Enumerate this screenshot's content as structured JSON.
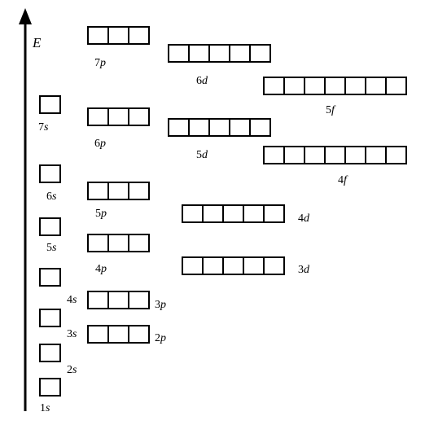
{
  "axis": {
    "label": "E"
  },
  "orbitals": [
    {
      "id": "1s",
      "num": "1",
      "letter": "s",
      "boxes": 1
    },
    {
      "id": "2s",
      "num": "2",
      "letter": "s",
      "boxes": 1
    },
    {
      "id": "3s",
      "num": "3",
      "letter": "s",
      "boxes": 1
    },
    {
      "id": "4s",
      "num": "4",
      "letter": "s",
      "boxes": 1
    },
    {
      "id": "5s",
      "num": "5",
      "letter": "s",
      "boxes": 1
    },
    {
      "id": "6s",
      "num": "6",
      "letter": "s",
      "boxes": 1
    },
    {
      "id": "7s",
      "num": "7",
      "letter": "s",
      "boxes": 1
    },
    {
      "id": "2p",
      "num": "2",
      "letter": "p",
      "boxes": 3
    },
    {
      "id": "3p",
      "num": "3",
      "letter": "p",
      "boxes": 3
    },
    {
      "id": "4p",
      "num": "4",
      "letter": "p",
      "boxes": 3
    },
    {
      "id": "5p",
      "num": "5",
      "letter": "p",
      "boxes": 3
    },
    {
      "id": "6p",
      "num": "6",
      "letter": "p",
      "boxes": 3
    },
    {
      "id": "7p",
      "num": "7",
      "letter": "p",
      "boxes": 3
    },
    {
      "id": "3d",
      "num": "3",
      "letter": "d",
      "boxes": 5
    },
    {
      "id": "4d",
      "num": "4",
      "letter": "d",
      "boxes": 5
    },
    {
      "id": "5d",
      "num": "5",
      "letter": "d",
      "boxes": 5
    },
    {
      "id": "6d",
      "num": "6",
      "letter": "d",
      "boxes": 5
    },
    {
      "id": "4f",
      "num": "4",
      "letter": "f",
      "boxes": 7
    },
    {
      "id": "5f",
      "num": "5",
      "letter": "f",
      "boxes": 7
    }
  ]
}
